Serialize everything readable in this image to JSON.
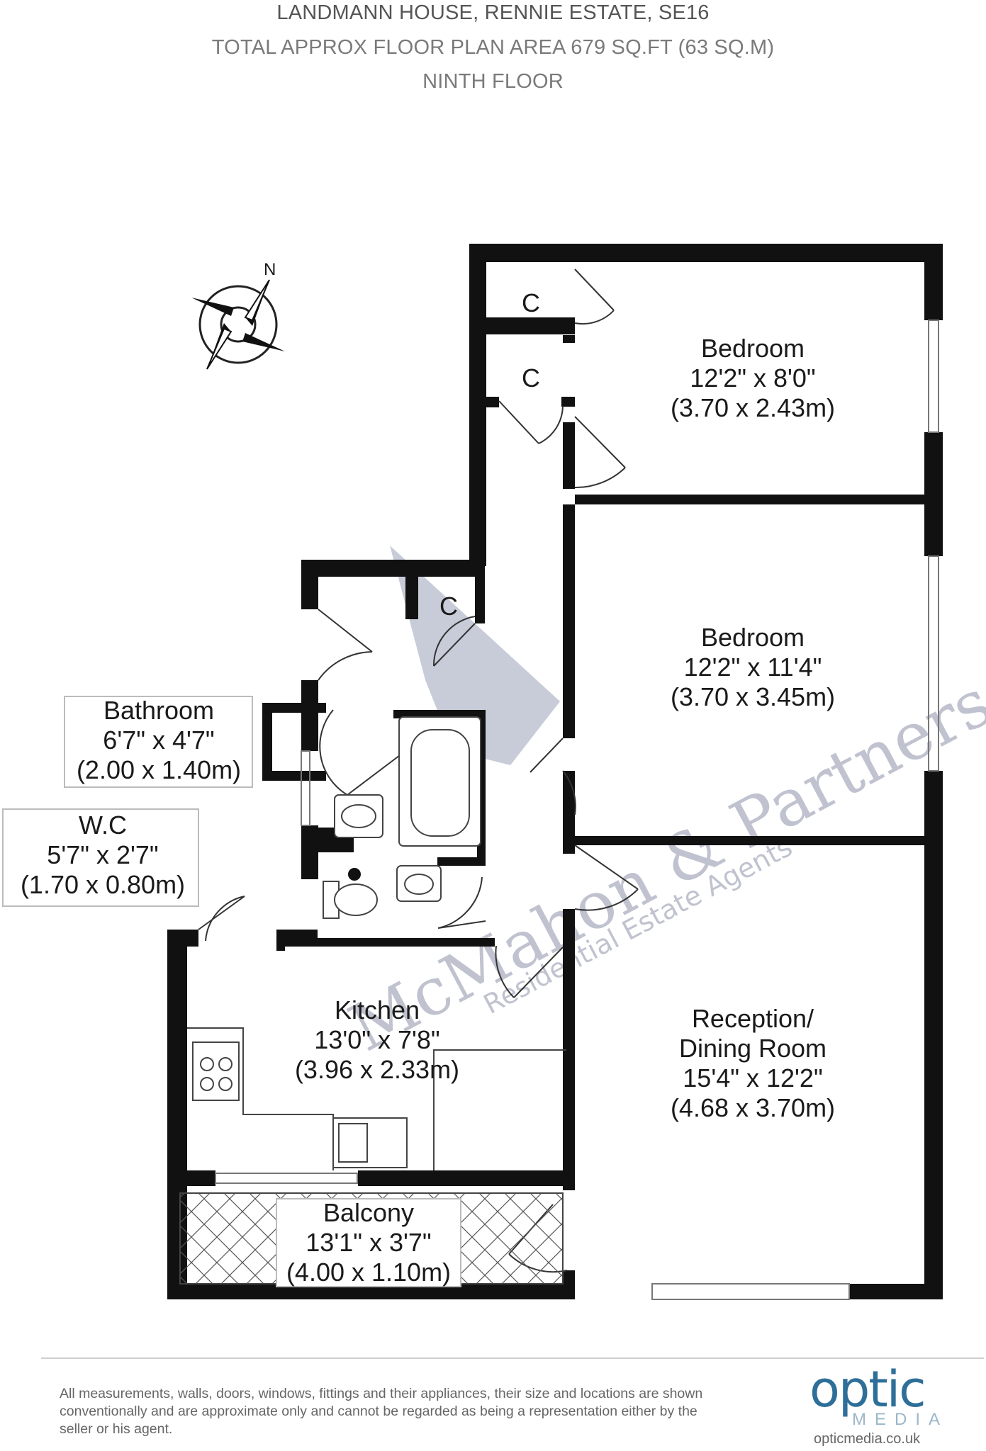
{
  "header": {
    "line1": "LANDMANN HOUSE, RENNIE ESTATE, SE16",
    "line2": "TOTAL APPROX FLOOR PLAN AREA 679 SQ.FT (63 SQ.M)",
    "line3": "NINTH FLOOR"
  },
  "compass": {
    "north_label": "N"
  },
  "rooms": {
    "bedroom1": {
      "name": "Bedroom",
      "size_imperial": "12'2\" x 8'0\"",
      "size_metric": "(3.70 x 2.43m)"
    },
    "bedroom2": {
      "name": "Bedroom",
      "size_imperial": "12'2\" x 11'4\"",
      "size_metric": "(3.70 x 3.45m)"
    },
    "bathroom": {
      "name": "Bathroom",
      "size_imperial": "6'7\" x 4'7\"",
      "size_metric": "(2.00 x 1.40m)"
    },
    "wc": {
      "name": "W.C",
      "size_imperial": "5'7\" x 2'7\"",
      "size_metric": "(1.70 x 0.80m)"
    },
    "kitchen": {
      "name": "Kitchen",
      "size_imperial": "13'0\" x 7'8\"",
      "size_metric": "(3.96 x 2.33m)"
    },
    "reception": {
      "name_line1": "Reception/",
      "name_line2": "Dining Room",
      "size_imperial": "15'4\" x 12'2\"",
      "size_metric": "(4.68 x 3.70m)"
    },
    "balcony": {
      "name": "Balcony",
      "size_imperial": "13'1\" x 3'7\"",
      "size_metric": "(4.00 x 1.10m)"
    }
  },
  "cupboards": {
    "c1": "C",
    "c2": "C",
    "c3": "C"
  },
  "watermark": {
    "line1": "McMahon & Partners",
    "line2": "Residential Estate Agents"
  },
  "disclaimer": "All measurements, walls, doors, windows, fittings and their appliances, their size and locations are shown conventionally and are approximate only and cannot be regarded as being a representation either by the seller or his agent.",
  "logo": {
    "word": "optic",
    "sub": "MEDIA",
    "url": "opticmedia.co.uk",
    "color": "#2e6f99"
  }
}
